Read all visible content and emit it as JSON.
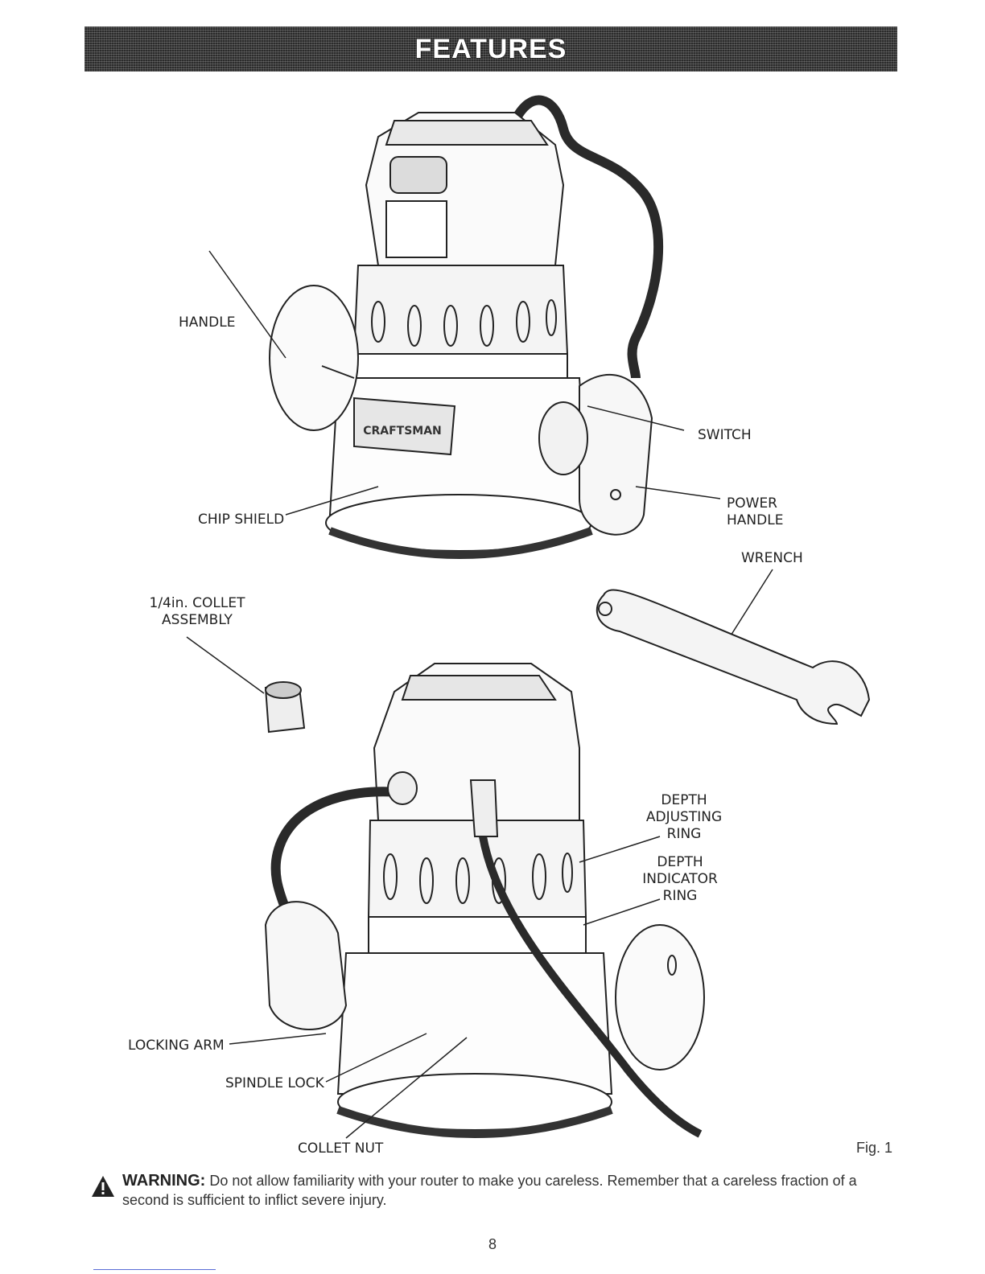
{
  "header": {
    "title": "FEATURES"
  },
  "labels": {
    "handle": "HANDLE",
    "switch": "SWITCH",
    "chip_shield": "CHIP SHIELD",
    "power_handle_1": "POWER",
    "power_handle_2": "HANDLE",
    "wrench": "WRENCH",
    "collet_assembly_1": "1/4in. COLLET",
    "collet_assembly_2": "ASSEMBLY",
    "depth_adjusting_1": "DEPTH",
    "depth_adjusting_2": "ADJUSTING",
    "depth_adjusting_3": "RING",
    "depth_indicator_1": "DEPTH",
    "depth_indicator_2": "INDICATOR",
    "depth_indicator_3": "RING",
    "locking_arm": "LOCKING ARM",
    "spindle_lock": "SPINDLE LOCK",
    "collet_nut": "COLLET NUT",
    "brand": "CRAFTSMAN"
  },
  "figure_label": "Fig. 1",
  "warning": {
    "heading": "WARNING:",
    "text": "Do not allow familiarity with your router to make you careless. Remember that a careless fraction of a second is sufficient to inflict severe injury."
  },
  "page_number": "8"
}
